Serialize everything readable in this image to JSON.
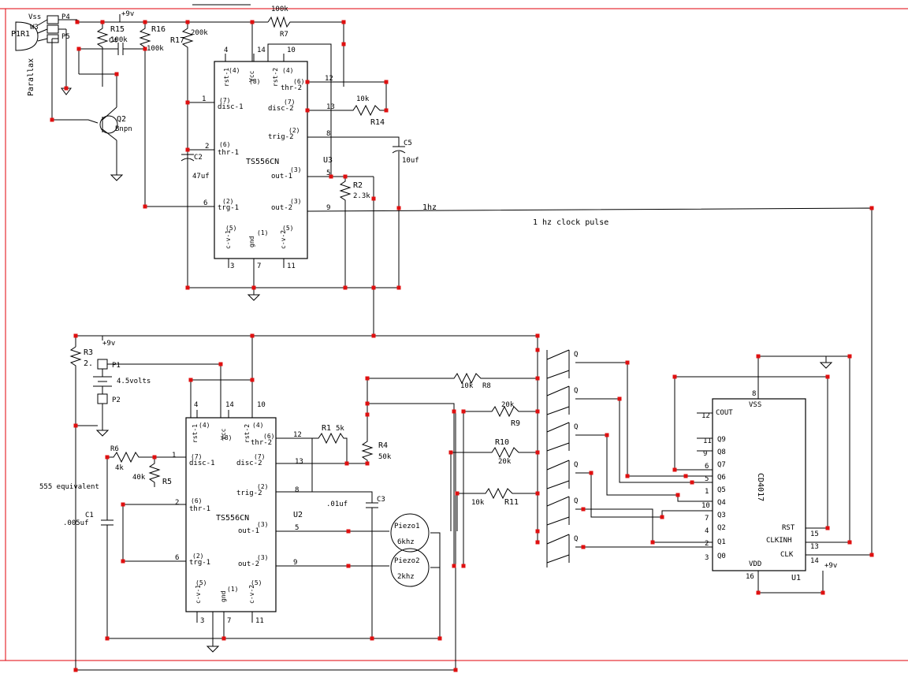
{
  "labels": {
    "u3_part": "TS556CN",
    "u3_ref": "U3",
    "u2_part": "TS556CN",
    "u2_ref": "U2",
    "u1_part": "CD4017",
    "u1_ref": "U1",
    "p1r1": "P1R1",
    "parallax": "Parallax",
    "vss_pin": "Vss",
    "w3_pin": "W3",
    "p4_pin": "P4",
    "p5_pin": "P5",
    "vcc_top": "+9v",
    "vcc_mid": "+9v",
    "vcc_right": "+9v",
    "r15": "R15",
    "r15_val": "100k",
    "r16": "R16",
    "r16_val": "100k",
    "r17": "R17",
    "r17_val": "200k",
    "r7": "R7",
    "r7_val": "100k",
    "c4": "C4",
    "q2": "Q2",
    "q2_type": "Bnpn",
    "c2": "C2",
    "c2_val": "47uf",
    "r14": "R14",
    "r14_val": "10k",
    "c5": "C5",
    "c5_val": "10uf",
    "r2": "R2",
    "r2_val": "2.3k",
    "clk_net": "1hz",
    "clk_note": "1 hz clock pulse",
    "r3": "R3",
    "r3_val": "2.",
    "p1": "P1",
    "p2": "P2",
    "batt_val": "4.5volts",
    "r6": "R6",
    "r6_val": "4k",
    "r5": "R5",
    "r5_val": "40k",
    "equiv_note": "555 equivalent",
    "c1": "C1",
    "c1_val": ".005uf",
    "r1": "R1",
    "r1_val": "5k",
    "r4": "R4",
    "r4_val": "50k",
    "c3": "C3",
    "c3_val": ".01uf",
    "piezo1": "Piezo1",
    "piezo1_f": "6khz",
    "piezo2": "Piezo2",
    "piezo2_f": "2khz",
    "r8": "R8",
    "r8_val": "10k",
    "r9": "R9",
    "r9_val": "20k",
    "r10": "R10",
    "r10_val": "20k",
    "r11": "R11",
    "r11_val": "10k",
    "q": "Q"
  },
  "u3_pins": {
    "p4": "4",
    "p14": "14",
    "p10": "10",
    "p1": "1",
    "p2": "2",
    "p6": "6",
    "p12": "12",
    "p13": "13",
    "p8": "8",
    "p5": "5",
    "p9": "9",
    "p3": "3",
    "p7": "7",
    "p11": "11",
    "rst1": "rst-1",
    "rst1_n": "(4)",
    "vcc": "Vcc",
    "vcc_n": "(8)",
    "rst2": "rst-2",
    "rst2_n": "(4)",
    "thr2": "thr-2",
    "thr2_n": "(6)",
    "dis2": "disc-2",
    "dis2_n": "(7)",
    "trig2": "trig-2",
    "trig2_n": "(2)",
    "out1": "out-1",
    "out1_n": "(3)",
    "out2": "out-2",
    "out2_n": "(3)",
    "dis1": "disc-1",
    "dis1_n": "(7)",
    "thr1": "thr-1",
    "thr1_n": "(6)",
    "trg1": "trg-1",
    "trg1_n": "(2)",
    "cv1": "c-v-1",
    "cv1_n": "(5)",
    "gnd": "gnd",
    "gnd_n": "(1)",
    "cv2": "c-v-2",
    "cv2_n": "(5)"
  },
  "u2_pins": {
    "p4": "4",
    "p14": "14",
    "p10": "10",
    "p1": "1",
    "p2": "2",
    "p6": "6",
    "p12": "12",
    "p13": "13",
    "p8": "8",
    "p5": "5",
    "p9": "9",
    "p3": "3",
    "p7": "7",
    "p11": "11",
    "rst1": "rst-1",
    "rst1_n": "(4)",
    "vcc": "Vcc",
    "vcc_n": "(8)",
    "rst2": "rst-2",
    "rst2_n": "(4)",
    "thr2": "thr-2",
    "thr2_n": "(6)",
    "dis2": "disc-2",
    "dis2_n": "(7)",
    "trig2": "trig-2",
    "trig2_n": "(2)",
    "out1": "out-1",
    "out1_n": "(3)",
    "out2": "out-2",
    "out2_n": "(3)",
    "dis1": "disc-1",
    "dis1_n": "(7)",
    "thr1": "thr-1",
    "thr1_n": "(6)",
    "trg1": "trg-1",
    "trg1_n": "(2)",
    "cv1": "c-v-1",
    "cv1_n": "(5)",
    "gnd": "gnd",
    "gnd_n": "(1)",
    "cv2": "c-v-2",
    "cv2_n": "(5)"
  },
  "u1_pins": {
    "cout": "COUT",
    "vss": "VSS",
    "vdd": "VDD",
    "q9": "Q9",
    "q8": "Q8",
    "q7": "Q7",
    "q6": "Q6",
    "q5": "Q5",
    "q4": "Q4",
    "q3": "Q3",
    "q2": "Q2",
    "q1": "Q1",
    "q0": "Q0",
    "rst": "RST",
    "clkinh": "CLKINH",
    "clk": "CLK",
    "n12": "12",
    "n8": "8",
    "n11": "11",
    "n9": "9",
    "n6": "6",
    "n5": "5",
    "n1": "1",
    "n10": "10",
    "n7": "7",
    "n4": "4",
    "n2": "2",
    "n3": "3",
    "n15": "15",
    "n13": "13",
    "n14": "14",
    "n16": "16"
  }
}
